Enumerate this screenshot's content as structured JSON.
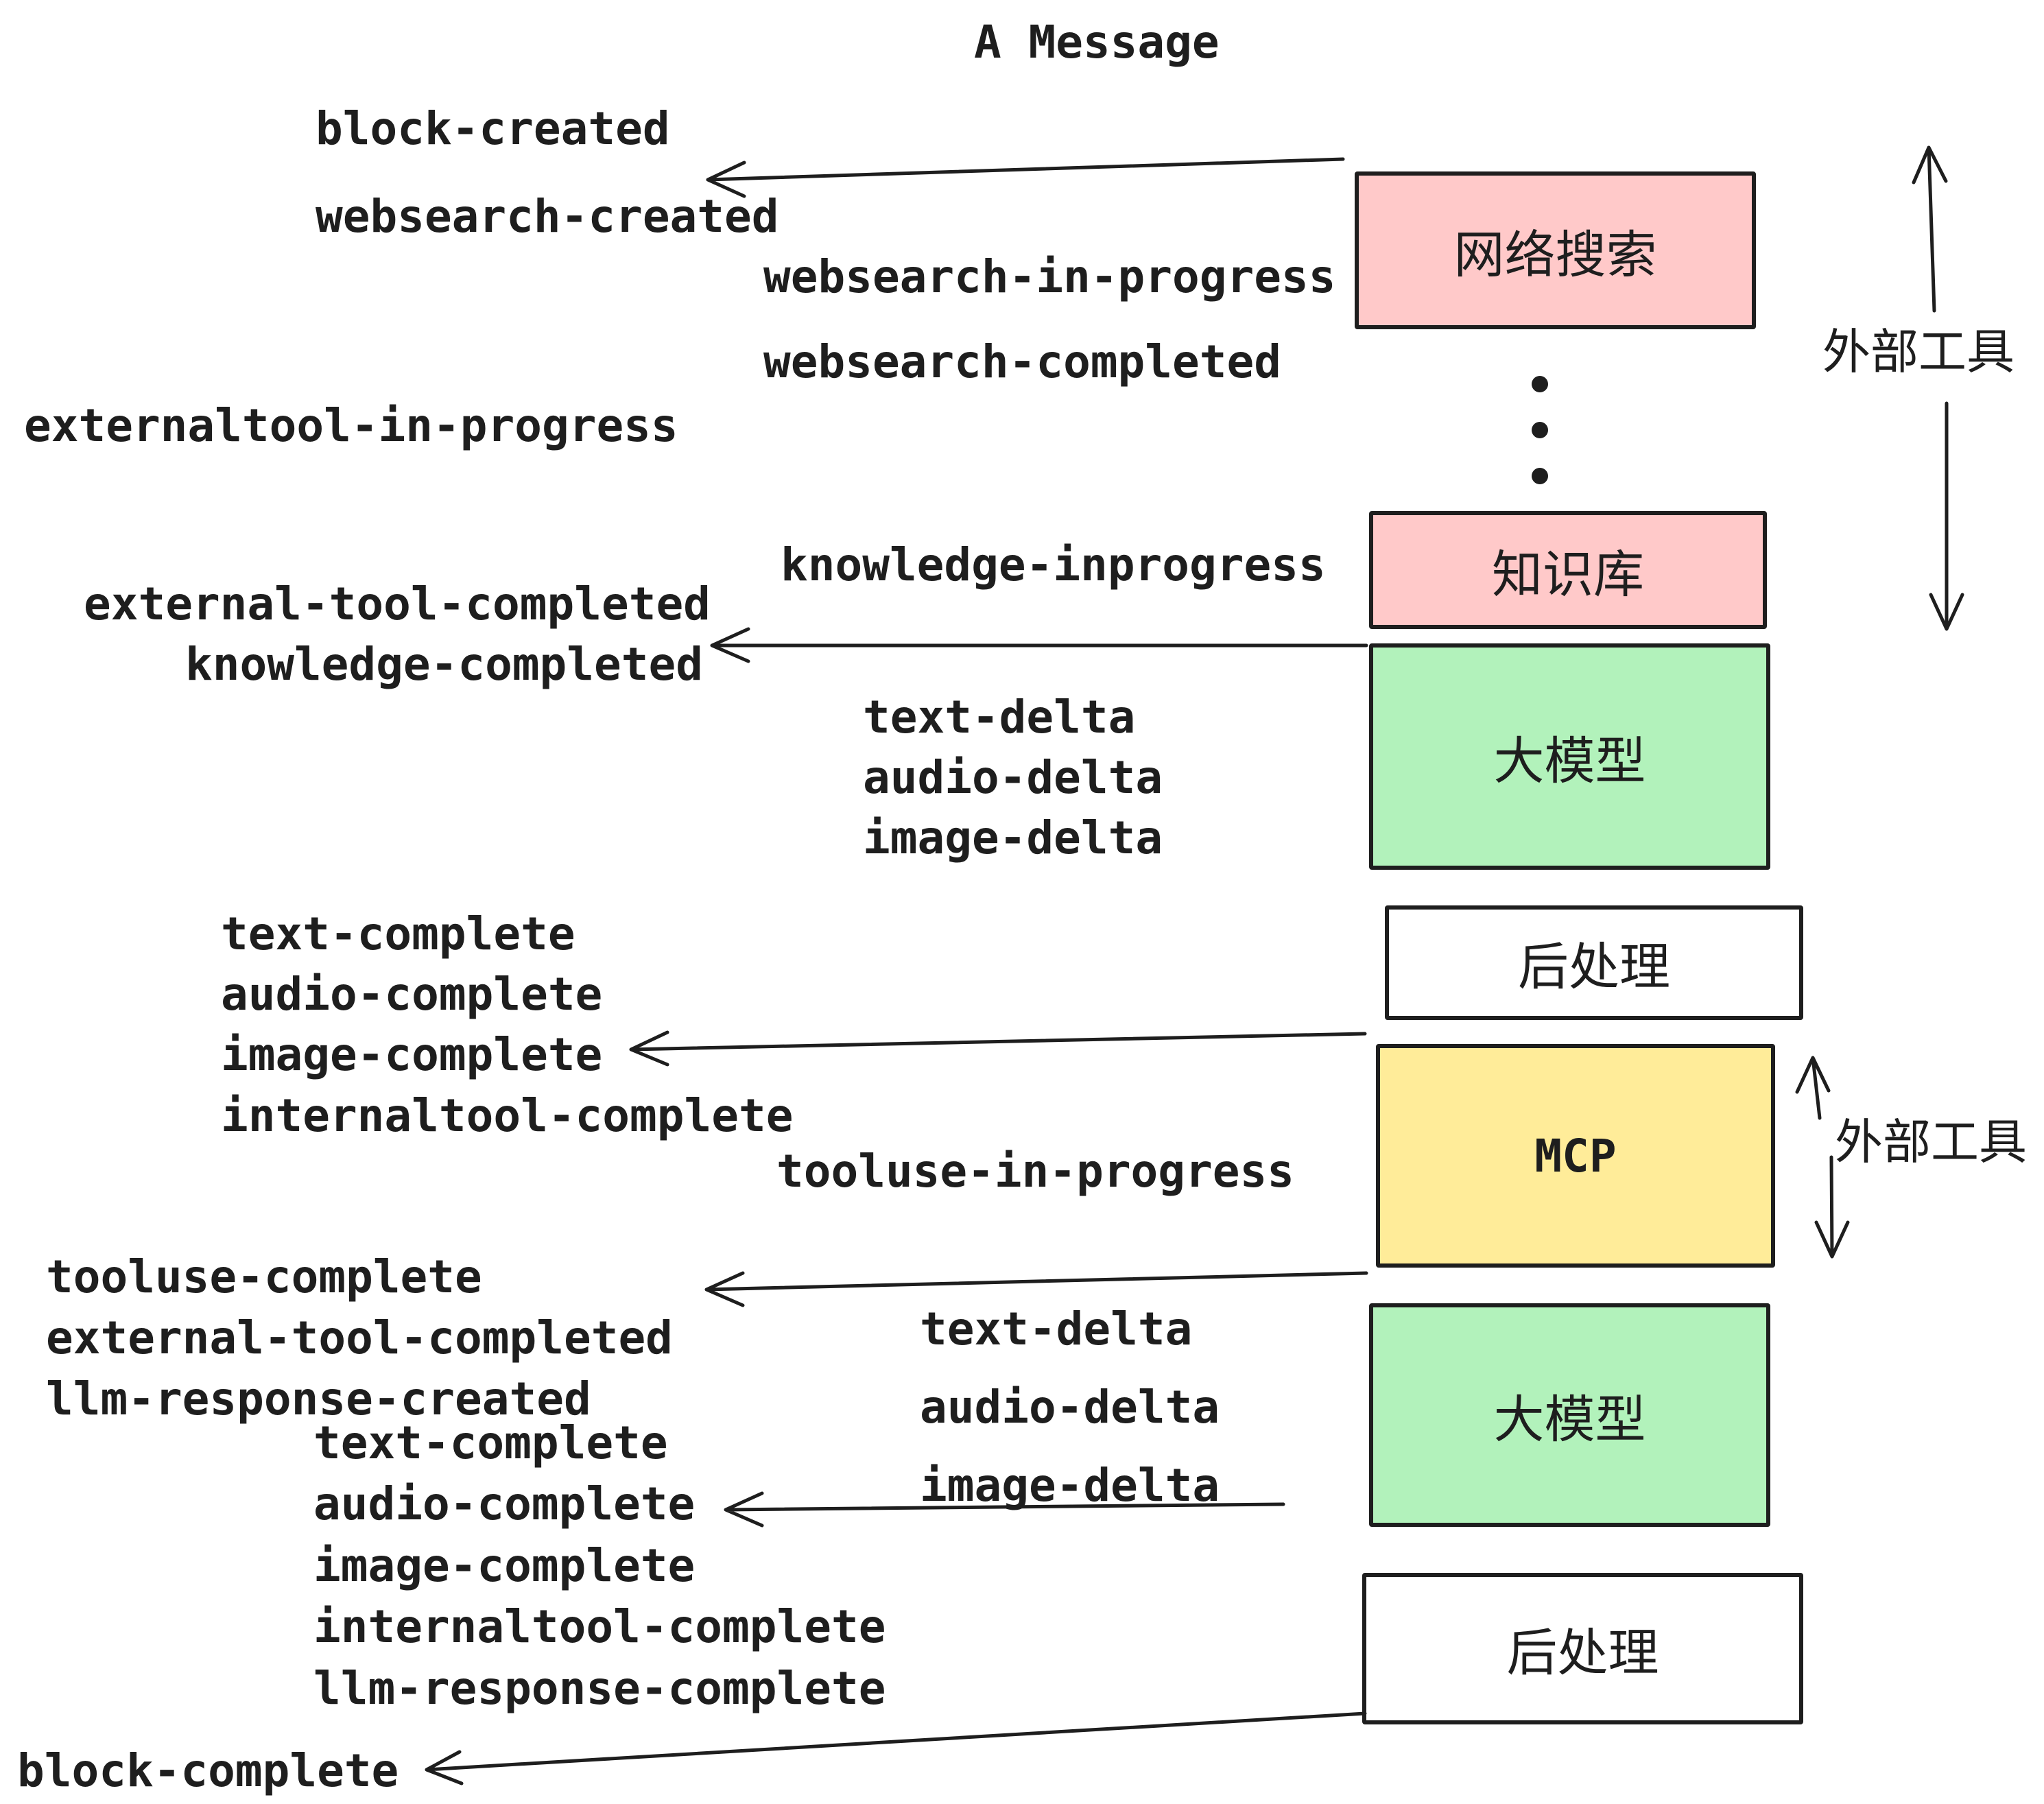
{
  "palette": {
    "ink": "#1e1e1e",
    "pink": "#ffc9c9",
    "green": "#b2f2bb",
    "yellow": "#ffec99",
    "white": "#ffffff",
    "background": "#ffffff"
  },
  "title": "A Message",
  "boxes": [
    {
      "label": "网络搜索",
      "fill": "#ffc9c9"
    },
    {
      "label": "知识库",
      "fill": "#ffc9c9"
    },
    {
      "label": "大模型",
      "fill": "#b2f2bb"
    },
    {
      "label": "后处理",
      "fill": "#ffffff"
    },
    {
      "label": "MCP",
      "fill": "#ffec99"
    },
    {
      "label": "大模型",
      "fill": "#b2f2bb"
    },
    {
      "label": "后处理",
      "fill": "#ffffff"
    }
  ],
  "side_annotations": [
    "外部工具",
    "外部工具"
  ],
  "events": [
    "block-created",
    "websearch-created",
    "websearch-in-progress",
    "websearch-completed",
    "externaltool-in-progress",
    "knowledge-inprogress",
    "external-tool-completed",
    "knowledge-completed",
    "text-delta",
    "audio-delta",
    "image-delta",
    "text-complete",
    "audio-complete",
    "image-complete",
    "internaltool-complete",
    "tooluse-in-progress",
    "tooluse-complete",
    "external-tool-completed",
    "llm-response-created",
    "text-delta",
    "audio-delta",
    "image-delta",
    "text-complete",
    "audio-complete",
    "image-complete",
    "internaltool-complete",
    "llm-response-complete",
    "block-complete"
  ],
  "arrows": [
    {
      "name": "websearch-to-block-created",
      "direction": "left"
    },
    {
      "name": "knowledge-to-knowledge-completed",
      "direction": "left"
    },
    {
      "name": "postprocess-to-image-complete",
      "direction": "left"
    },
    {
      "name": "mcp-to-tooluse-complete",
      "direction": "left"
    },
    {
      "name": "llm-to-audio-complete",
      "direction": "left"
    },
    {
      "name": "postprocess-to-block-complete",
      "direction": "down-left"
    },
    {
      "name": "external-tools-range-top",
      "direction": "up-down"
    },
    {
      "name": "external-tools-range-mcp",
      "direction": "up-down"
    }
  ],
  "icons": {
    "vertical_ellipsis": "⋮"
  }
}
